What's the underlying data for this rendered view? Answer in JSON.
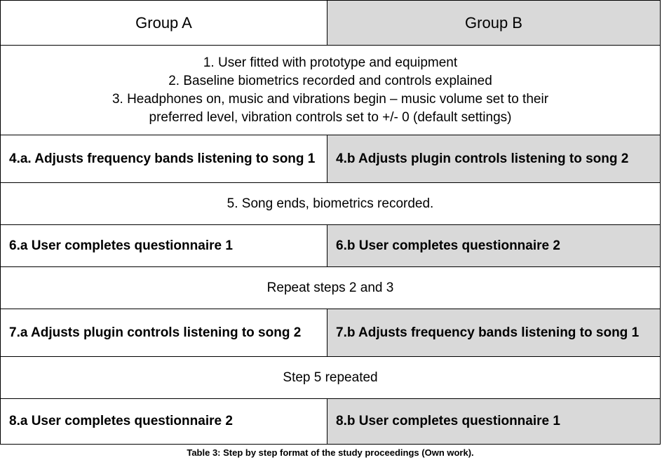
{
  "header": {
    "group_a": "Group A",
    "group_b": "Group B"
  },
  "setup_steps": [
    "1.  User fitted with prototype and equipment",
    "2.  Baseline biometrics recorded and controls explained",
    "3.  Headphones on, music and vibrations begin – music volume set to their",
    "preferred level, vibration controls set to +/- 0 (default settings)"
  ],
  "rows": {
    "step4": {
      "a": "4.a. Adjusts frequency bands listening to song 1",
      "b": "4.b Adjusts plugin controls listening to song 2"
    },
    "step5": "5.  Song ends, biometrics recorded.",
    "step6": {
      "a": "6.a User completes questionnaire 1",
      "b": "6.b User completes questionnaire 2"
    },
    "repeat": "Repeat steps 2 and 3",
    "step7": {
      "a": "7.a Adjusts plugin controls listening to song 2",
      "b": "7.b Adjusts frequency bands listening to song 1"
    },
    "step5_repeated": "Step 5 repeated",
    "step8": {
      "a": "8.a User completes questionnaire 2",
      "b": "8.b User completes questionnaire 1"
    }
  },
  "caption": "Table 3: Step by step format of the study proceedings (Own work).",
  "colors": {
    "group_b_fill": "#d9d9d9",
    "border": "#000000"
  }
}
